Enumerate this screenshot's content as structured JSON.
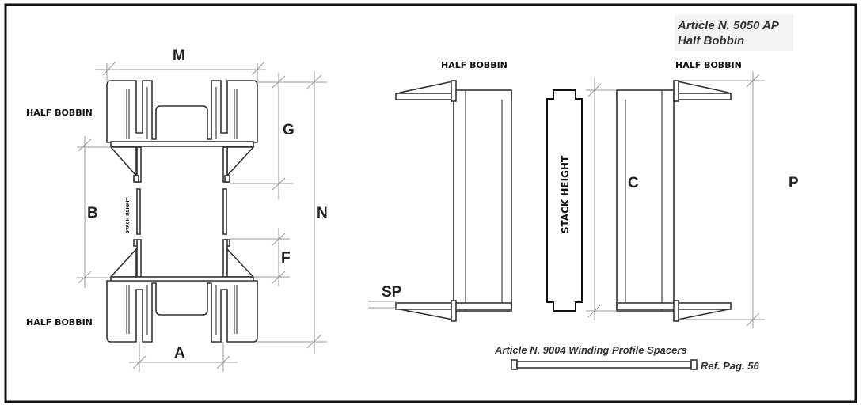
{
  "title": {
    "article": "Article N. 5050 AP",
    "subtitle": "Half Bobbin"
  },
  "labels": {
    "half_bobbin_left_top": "HALF BOBBIN",
    "half_bobbin_left_bottom": "HALF BOBBIN",
    "half_bobbin_side_left": "HALF BOBBIN",
    "half_bobbin_side_right": "HALF BOBBIN",
    "stack_height_small": "STACH HEIGHT",
    "stack_height": "STACK HEIGHT"
  },
  "dimensions": {
    "M": "M",
    "G": "G",
    "N": "N",
    "B": "B",
    "F": "F",
    "A": "A",
    "C": "C",
    "P": "P",
    "SP": "SP"
  },
  "spacers": {
    "title": "Article N. 9004 Winding Profile Spacers",
    "ref": "Ref. Pag. 56"
  }
}
